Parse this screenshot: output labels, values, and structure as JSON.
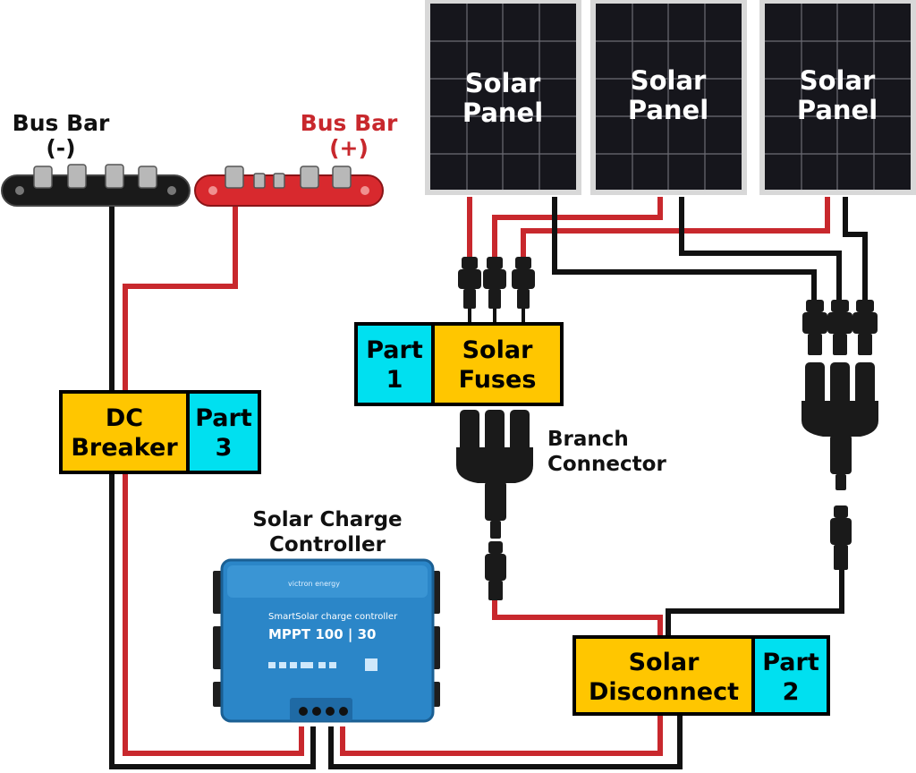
{
  "colors": {
    "positive_wire": "#c8282d",
    "negative_wire": "#111111",
    "part_box": "#00e0f0",
    "component_box": "#ffc600",
    "panel_cell": "#16161c",
    "controller_body": "#2b86c8"
  },
  "bus_bar_negative": {
    "title": "Bus Bar",
    "polarity": "(-)"
  },
  "bus_bar_positive": {
    "title": "Bus Bar",
    "polarity": "(+)"
  },
  "solar_panels": [
    {
      "line1": "Solar",
      "line2": "Panel"
    },
    {
      "line1": "Solar",
      "line2": "Panel"
    },
    {
      "line1": "Solar",
      "line2": "Panel"
    }
  ],
  "part1": {
    "line1": "Part",
    "line2": "1"
  },
  "solar_fuses": {
    "line1": "Solar",
    "line2": "Fuses"
  },
  "branch_connector": {
    "line1": "Branch",
    "line2": "Connector"
  },
  "dc_breaker": {
    "line1": "DC",
    "line2": "Breaker"
  },
  "part3": {
    "line1": "Part",
    "line2": "3"
  },
  "charge_controller_label": {
    "line1": "Solar Charge",
    "line2": "Controller"
  },
  "charge_controller_device": {
    "brand": "victron energy",
    "model_line": "SmartSolar charge controller",
    "model": "MPPT 100 | 30"
  },
  "solar_disconnect": {
    "line1": "Solar",
    "line2": "Disconnect"
  },
  "part2": {
    "line1": "Part",
    "line2": "2"
  }
}
